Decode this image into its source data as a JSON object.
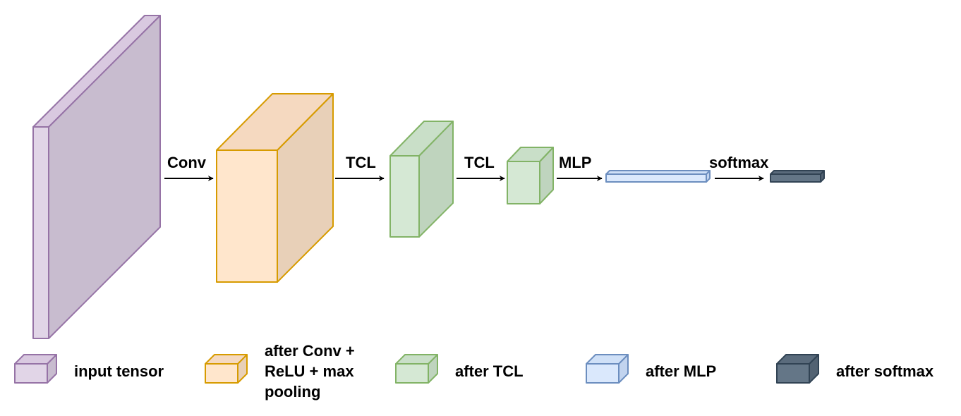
{
  "arrows": [
    {
      "label": "Conv"
    },
    {
      "label": "TCL"
    },
    {
      "label": "TCL"
    },
    {
      "label": "MLP"
    },
    {
      "label": "softmax"
    }
  ],
  "legend": [
    {
      "lines": [
        "input tensor"
      ]
    },
    {
      "lines": [
        "after Conv +",
        "ReLU + max",
        "pooling"
      ]
    },
    {
      "lines": [
        "after TCL"
      ]
    },
    {
      "lines": [
        "after MLP"
      ]
    },
    {
      "lines": [
        "after softmax"
      ]
    }
  ],
  "colors": {
    "input": {
      "front": "#e1d5e7",
      "top": "#d9c9e0",
      "side": "#c8bccf",
      "stroke": "#9673a6"
    },
    "conv": {
      "front": "#ffe6cc",
      "top": "#f5d9c0",
      "side": "#e8d0b8",
      "stroke": "#d79b00"
    },
    "tcl": {
      "front": "#d5e8d4",
      "top": "#c9dfc8",
      "side": "#bfd4be",
      "stroke": "#82b366"
    },
    "mlp": {
      "front": "#dae8fc",
      "top": "#cfe0f7",
      "side": "#c2d4ef",
      "stroke": "#6c8ebf"
    },
    "softmax": {
      "front": "#647687",
      "top": "#5a6b7c",
      "side": "#526272",
      "stroke": "#314354"
    }
  }
}
